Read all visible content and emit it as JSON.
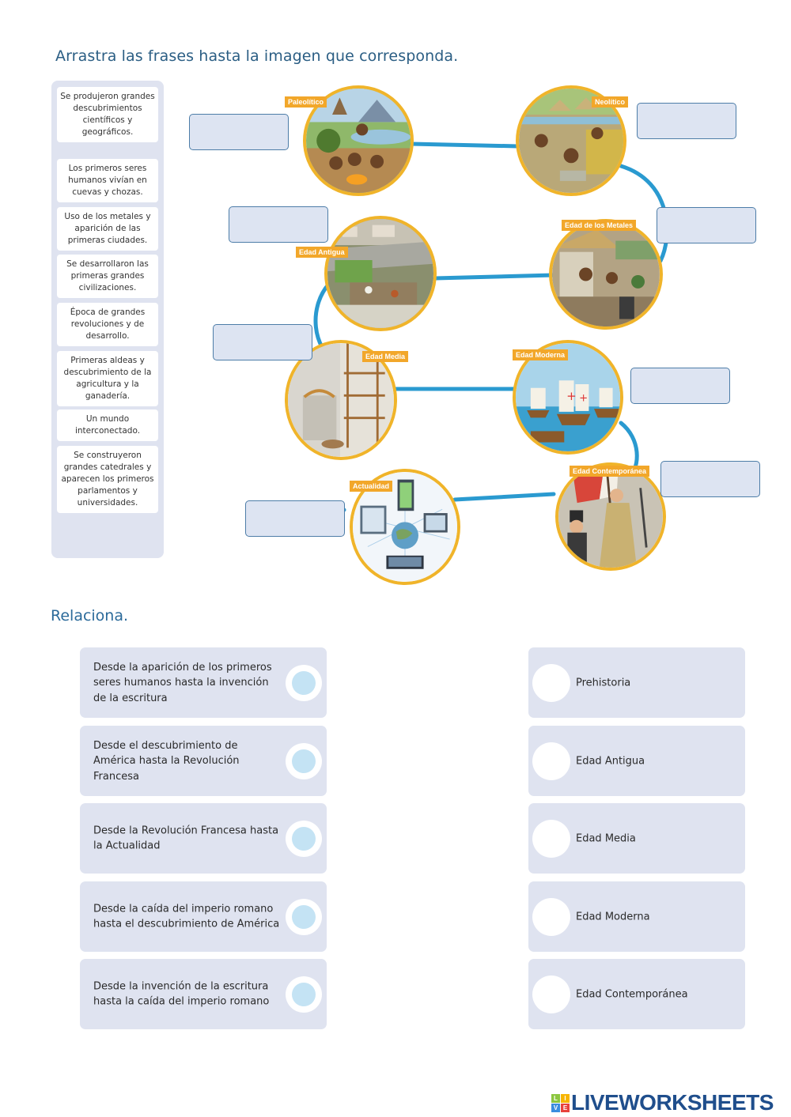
{
  "section1": {
    "title": "Arrastra las frases hasta la imagen que corresponda.",
    "phrases": [
      "Se produjeron grandes descubrimientos científicos y geográficos.",
      "Los primeros seres humanos vivían en cuevas y chozas.",
      "Uso de los metales y aparición de las primeras ciudades.",
      "Se desarrollaron las primeras grandes civilizaciones.",
      "Época de grandes revoluciones y de desarrollo.",
      "Primeras aldeas y descubrimiento de la agricultura y la ganadería.",
      "Un mundo interconectado.",
      "Se construyeron grandes catedrales y aparecen los primeros parlamentos y universidades."
    ],
    "eras": [
      {
        "label": "Paleolítico",
        "icon": "cave-people-campfire-icon"
      },
      {
        "label": "Neolítico",
        "icon": "farming-village-icon"
      },
      {
        "label": "Edad Antigua",
        "icon": "roman-city-icon"
      },
      {
        "label": "Edad de los Metales",
        "icon": "metal-forge-icon"
      },
      {
        "label": "Edad Media",
        "icon": "cathedral-construction-icon"
      },
      {
        "label": "Edad Moderna",
        "icon": "caravel-ships-icon"
      },
      {
        "label": "Actualidad",
        "icon": "connected-devices-icon"
      },
      {
        "label": "Edad Contemporánea",
        "icon": "liberty-revolution-icon"
      }
    ]
  },
  "section2": {
    "title": "Relaciona.",
    "left_items": [
      "Desde la aparición de los primeros seres humanos hasta la invención de la escritura",
      "Desde el descubrimiento de América hasta la Revolución Francesa",
      "Desde la Revolución Francesa hasta la Actualidad",
      "Desde la caída del imperio romano hasta el descubrimiento de América",
      "Desde la invención de la escritura hasta la caída del imperio romano"
    ],
    "right_items": [
      "Prehistoria",
      "Edad Antigua",
      "Edad Media",
      "Edad Moderna",
      "Edad Contemporánea"
    ]
  },
  "footer": {
    "logo_letters": [
      "L",
      "I",
      "V",
      "E"
    ],
    "logo_colors": [
      "#8cc63f",
      "#f7b500",
      "#3a8dde",
      "#e8413c"
    ],
    "logo_text": "LIVEWORKSHEETS"
  },
  "colors": {
    "title": "#2b5e84",
    "card_bg": "#dfe3f0",
    "era_border": "#f0b42a",
    "era_tag": "#f2a72a",
    "connector": "#2a9ad0",
    "dropbox_border": "#4d7da8",
    "left_dot_fill": "#c4e3f4"
  }
}
